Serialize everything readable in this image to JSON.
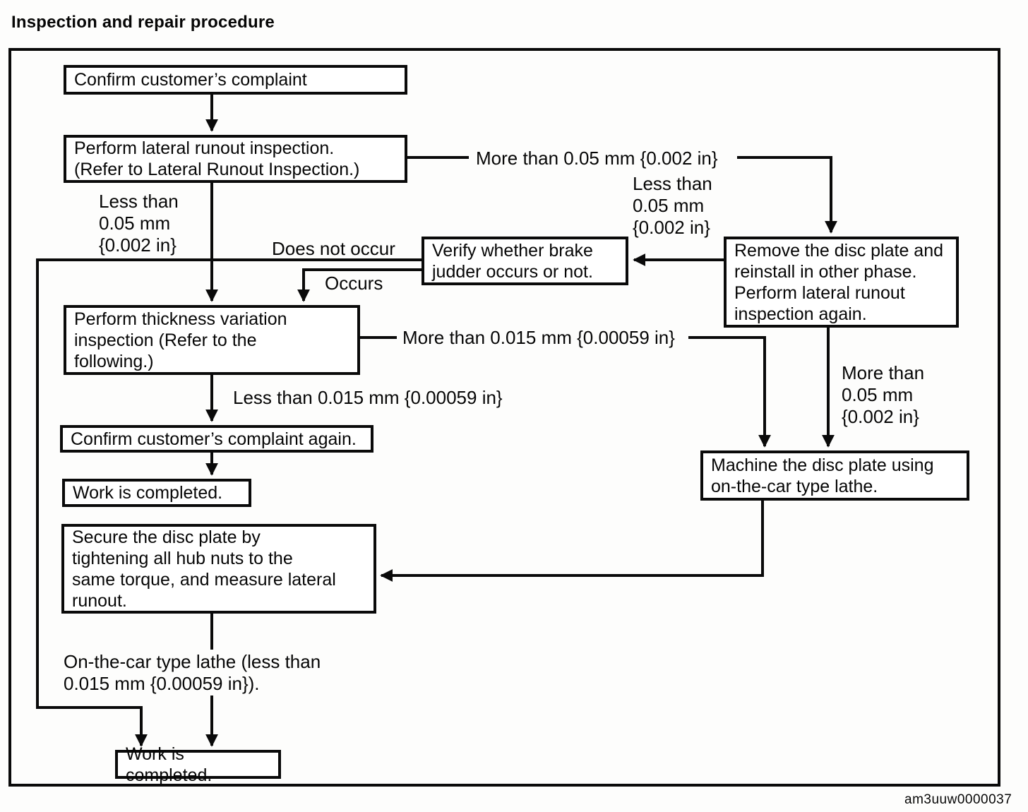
{
  "title": "Inspection and repair procedure",
  "figure_code": "am3uuw0000037",
  "flowchart": {
    "ink_color": "#0a0a0a",
    "paper_color": "#ffffff",
    "nodes": {
      "confirm_complaint": "Confirm customer’s complaint",
      "lateral_runout": "Perform lateral runout inspection.\n(Refer to Lateral Runout Inspection.)",
      "verify_judder": "Verify whether brake\njudder occurs or not.",
      "remove_reinstall": "Remove the disc plate and\nreinstall in other phase.\nPerform lateral runout\ninspection again.",
      "thickness_variation": "Perform thickness variation\ninspection (Refer to the\nfollowing.)",
      "confirm_again": "Confirm customer’s complaint again.",
      "work_completed_1": "Work is completed.",
      "machine_disc": "Machine the disc plate using\non-the-car type lathe.",
      "secure_disc": "Secure the disc plate by\ntightening all hub nuts to the\nsame torque, and measure lateral\nrunout.",
      "work_completed_2": "Work is completed."
    },
    "labels": {
      "less_005_left": "Less than\n0.05 mm\n{0.002 in}",
      "more_005_top": "More than 0.05 mm {0.002 in}",
      "less_005_right": "Less than\n0.05 mm\n{0.002 in}",
      "does_not_occur": "Does not occur",
      "occurs": "Occurs",
      "less_0015": "Less than 0.015 mm {0.00059 in}",
      "more_0015": "More than 0.015 mm {0.00059 in}",
      "more_005_right": "More than\n0.05 mm\n{0.002 in}",
      "on_the_car_lathe": "On-the-car type lathe (less than\n0.015 mm {0.00059 in})."
    }
  }
}
